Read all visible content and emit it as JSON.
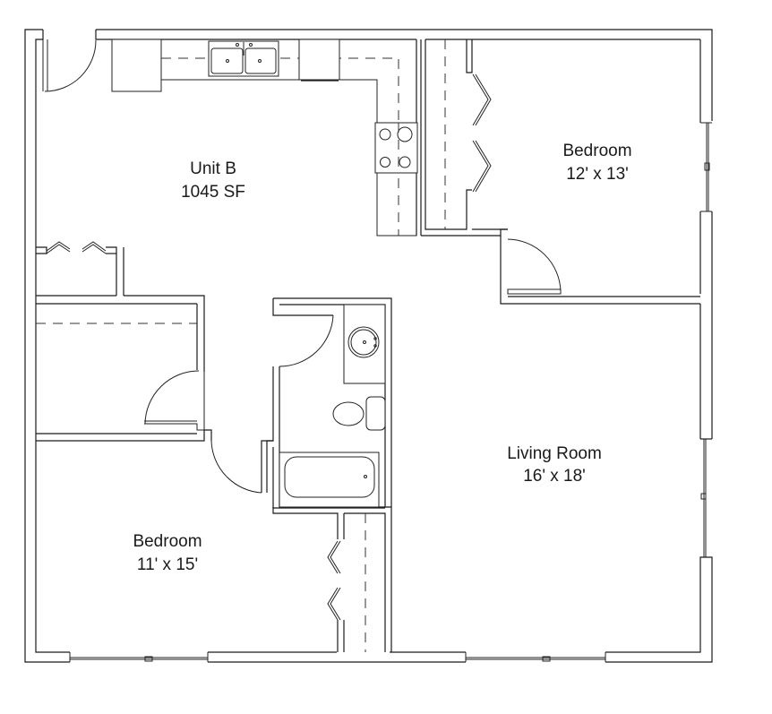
{
  "plan": {
    "unit": {
      "name": "Unit B",
      "area": "1045 SF"
    },
    "rooms": [
      {
        "name": "Bedroom",
        "dims": "12' x 13'"
      },
      {
        "name": "Living Room",
        "dims": "16' x 18'"
      },
      {
        "name": "Bedroom",
        "dims": "11' x 15'"
      }
    ],
    "colors": {
      "line": "#1a1a1a",
      "background": "#ffffff"
    }
  }
}
